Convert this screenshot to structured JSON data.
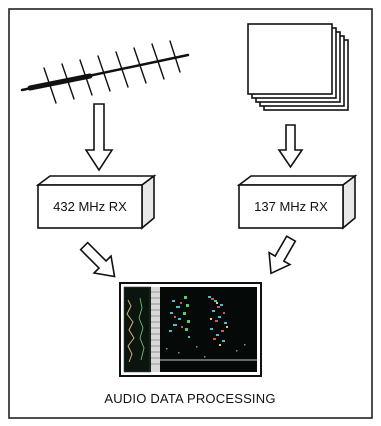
{
  "blocks": {
    "left_receiver": "432 MHz RX",
    "right_receiver": "137 MHz RX",
    "processing_caption": "AUDIO DATA PROCESSING"
  },
  "icons": {
    "antenna": "yagi-antenna-icon",
    "screen_stack": "stacked-display-frames-icon",
    "spectrogram": "spectrogram-display-icon"
  },
  "colors": {
    "line": "#111111",
    "border": "#222222",
    "display_bg": "#050a08"
  }
}
